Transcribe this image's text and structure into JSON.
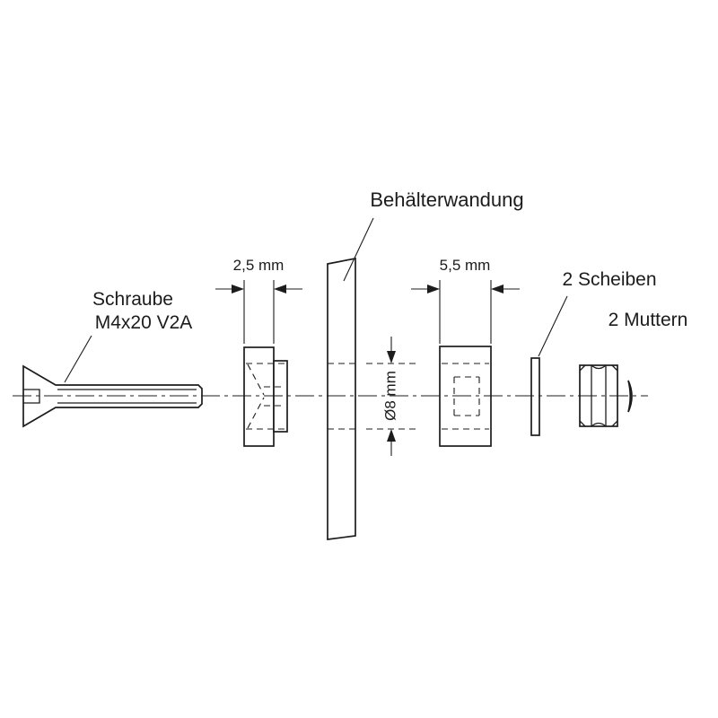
{
  "labels": {
    "screw": {
      "line1": "Schraube",
      "line2": "M4x20 V2A"
    },
    "wall": "Behälterwandung",
    "washers": "2 Scheiben",
    "nuts": "2 Muttern"
  },
  "dimensions": {
    "spacer_left": "2,5 mm",
    "spacer_right": "5,5 mm",
    "hole": "Ø8 mm"
  }
}
